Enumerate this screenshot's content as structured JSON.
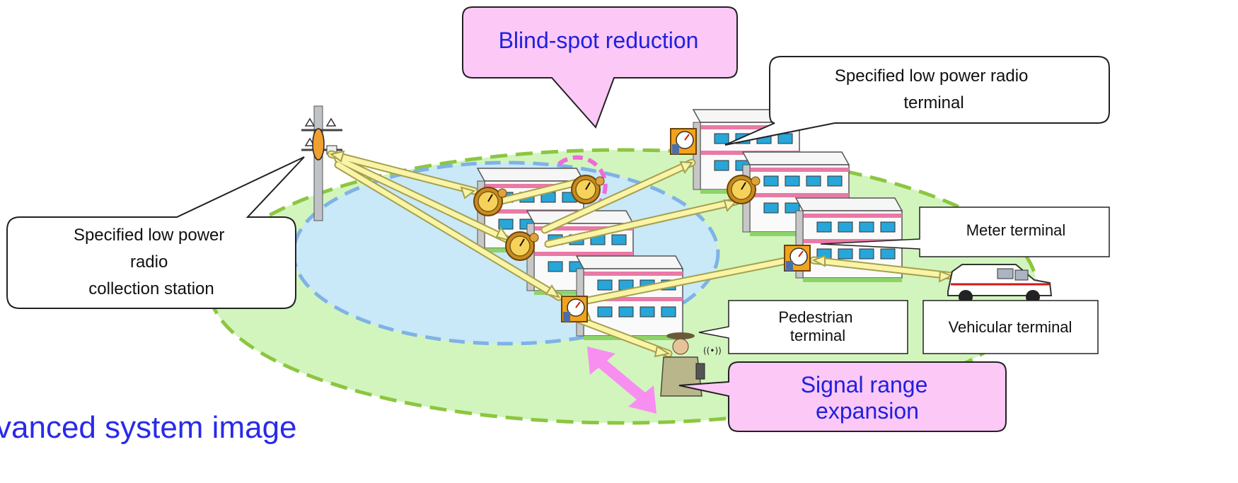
{
  "title": "vanced system image",
  "callouts": {
    "blind_spot": "Blind-spot reduction",
    "signal_range_line1": "Signal range",
    "signal_range_line2": "expansion"
  },
  "labels": {
    "collection_station": [
      "Specified low power",
      "radio",
      "collection station"
    ],
    "radio_terminal": [
      "Specified low power radio",
      "terminal"
    ],
    "meter_terminal": "Meter terminal",
    "pedestrian_terminal": [
      "Pedestrian",
      "terminal"
    ],
    "vehicular_terminal": "Vehicular terminal"
  },
  "colors": {
    "outer_zone_fill": "#d2f5be",
    "outer_zone_border": "#8cc63f",
    "inner_zone_fill": "#c9e8f8",
    "inner_zone_border": "#7fb2e6",
    "callout_pink": "#fcc8f6",
    "callout_text": "#2020e0",
    "arrow_fill": "#faf5a6",
    "arrow_stroke": "#a5a050",
    "expansion_arrow": "#f88ef0",
    "ring": "#f06ad9"
  },
  "icons": [
    "utility-pole-icon",
    "building-icon",
    "meter-icon",
    "van-icon",
    "pedestrian-icon"
  ]
}
